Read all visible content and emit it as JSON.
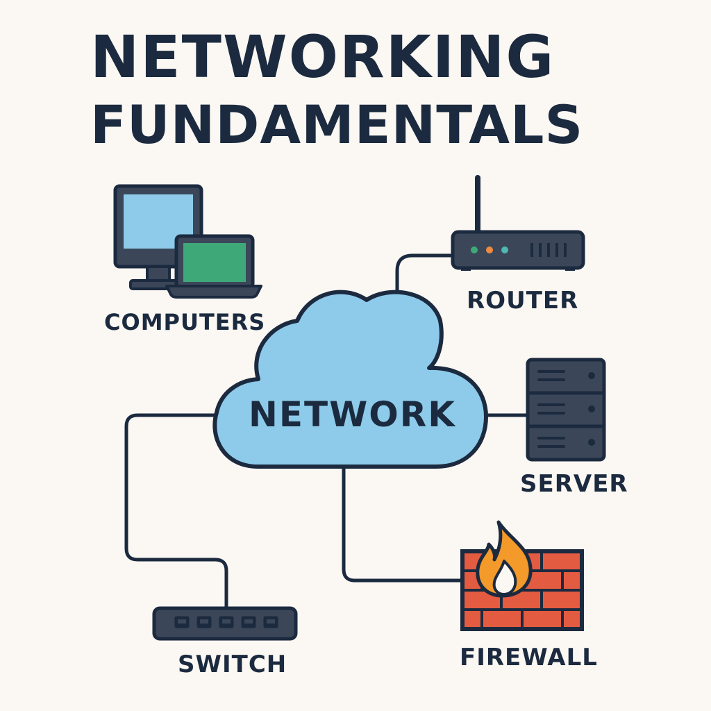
{
  "title": {
    "line1": "NETWORKING",
    "line2": "FUNDAMENTALS"
  },
  "nodes": {
    "center": "NETWORK",
    "computers": "COMPUTERS",
    "router": "ROUTER",
    "server": "SERVER",
    "switch": "SWITCH",
    "firewall": "FIREWALL"
  },
  "colors": {
    "background": "#fbf7f2",
    "ink": "#1b2a3f",
    "cloud": "#8ecbea",
    "monitor_screen": "#8ecbea",
    "laptop_screen": "#3fa878",
    "device_body": "#3b4758",
    "router_led_green": "#3fa878",
    "router_led_orange": "#f08a3c",
    "router_led_teal": "#4fb8b0",
    "brick": "#e35b41",
    "flame_outer": "#f39a2a",
    "flame_inner": "#fbf7f2"
  }
}
